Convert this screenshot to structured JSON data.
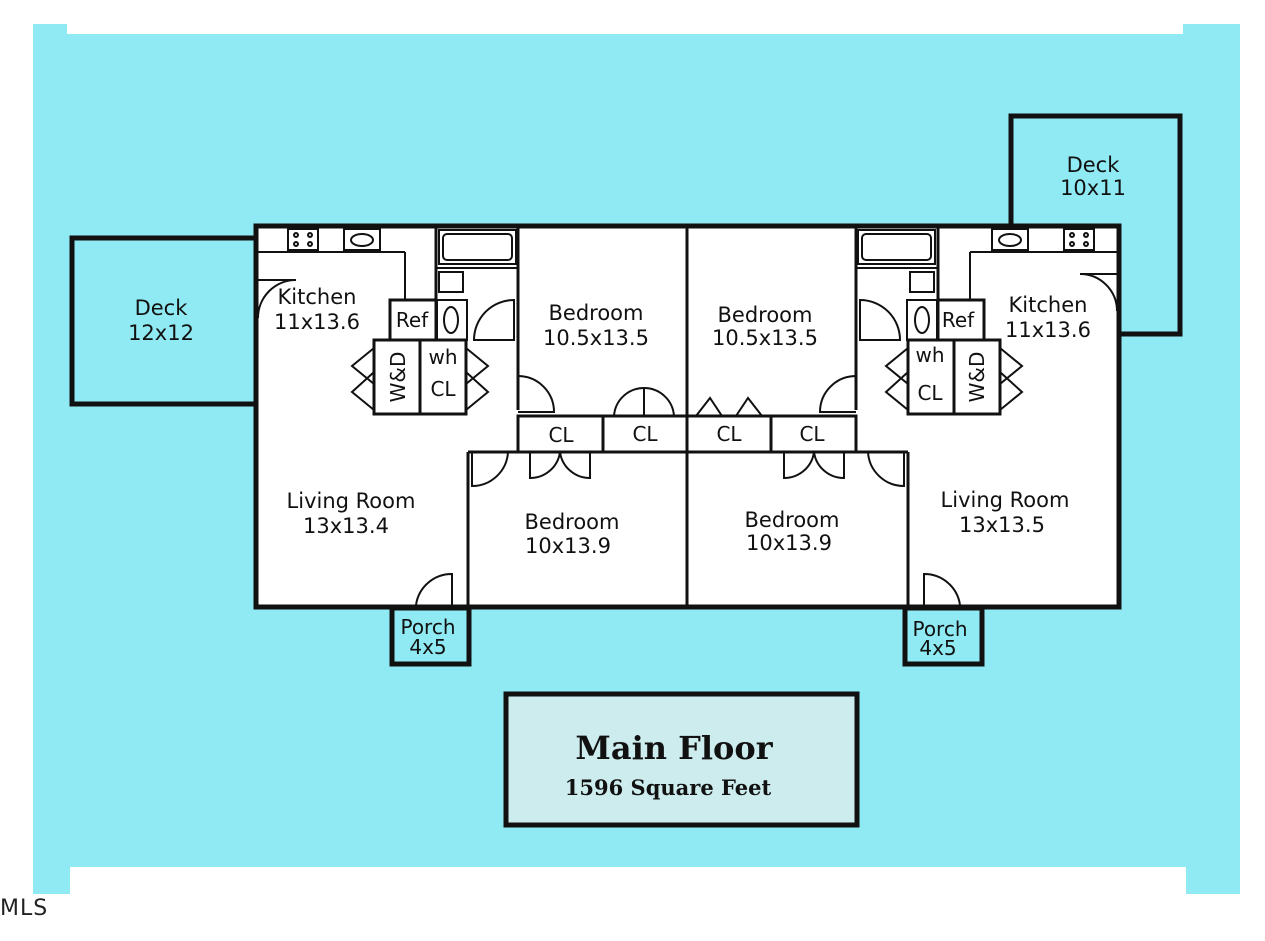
{
  "colors": {
    "background": "#90eaf3",
    "title_box": "#cdeced",
    "decks": "#90eaf3"
  },
  "decks": [
    {
      "name": "Deck",
      "size": "12x12"
    },
    {
      "name": "Deck",
      "size": "10x11"
    }
  ],
  "rooms": {
    "kitchen_left": {
      "name": "Kitchen",
      "size": "11x13.6"
    },
    "kitchen_right": {
      "name": "Kitchen",
      "size": "11x13.6"
    },
    "bedroom_top_left": {
      "name": "Bedroom",
      "size": "10.5x13.5"
    },
    "bedroom_top_right": {
      "name": "Bedroom",
      "size": "10.5x13.5"
    },
    "bedroom_bottom_left": {
      "name": "Bedroom",
      "size": "10x13.9"
    },
    "bedroom_bottom_right": {
      "name": "Bedroom",
      "size": "10x13.9"
    },
    "living_left": {
      "name": "Living Room",
      "size": "13x13.4"
    },
    "living_right": {
      "name": "Living Room",
      "size": "13x13.5"
    },
    "porch_left": {
      "name": "Porch",
      "size": "4x5"
    },
    "porch_right": {
      "name": "Porch",
      "size": "4x5"
    }
  },
  "labels": {
    "ref": "Ref",
    "wd": "W&D",
    "wh": "wh",
    "cl": "CL"
  },
  "title": {
    "main": "Main Floor",
    "sub": "1596 Square Feet"
  },
  "watermark": "MLS"
}
